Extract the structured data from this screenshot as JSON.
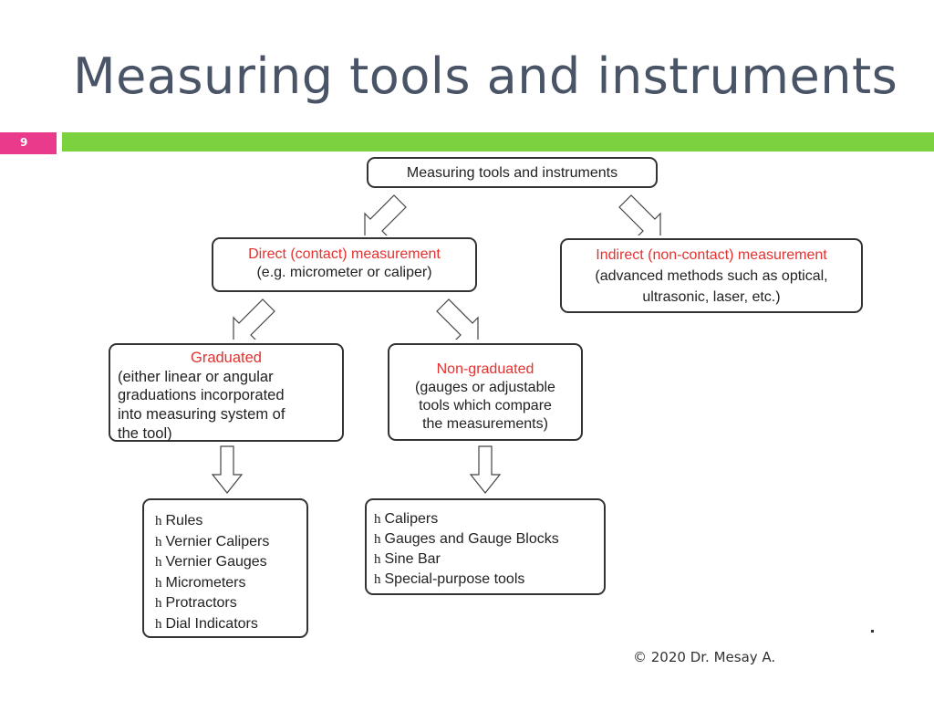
{
  "slide": {
    "title": "Measuring tools and instruments",
    "number": "9",
    "copyright": "© 2020  Dr. Mesay A.",
    "colors": {
      "accent_green": "#7bd13e",
      "accent_pink": "#ea3a8c",
      "title_color": "#4a5467",
      "label_red": "#e5312f"
    }
  },
  "diagram": {
    "root": "Measuring tools and instruments",
    "direct": {
      "title": "Direct (contact) measurement",
      "desc": "(e.g. micrometer or caliper)"
    },
    "indirect": {
      "title": "Indirect (non-contact) measurement",
      "desc_line1": "(advanced methods such as optical,",
      "desc_line2": "ultrasonic, laser, etc.)"
    },
    "graduated": {
      "title": "Graduated",
      "lines": [
        "(either linear or angular",
        "graduations  incorporated",
        "into measuring system of",
        "the tool)"
      ]
    },
    "non_graduated": {
      "title": "Non-graduated",
      "lines": [
        "(gauges or adjustable",
        "tools which compare",
        "the measurements)"
      ]
    },
    "bullet_glyph": "h",
    "graduated_tools": [
      "Rules",
      "Vernier Calipers",
      "Vernier Gauges",
      "Micrometers",
      "Protractors",
      "Dial Indicators"
    ],
    "non_graduated_tools": [
      "Calipers",
      "Gauges and Gauge Blocks",
      "Sine Bar",
      "Special-purpose tools"
    ]
  }
}
